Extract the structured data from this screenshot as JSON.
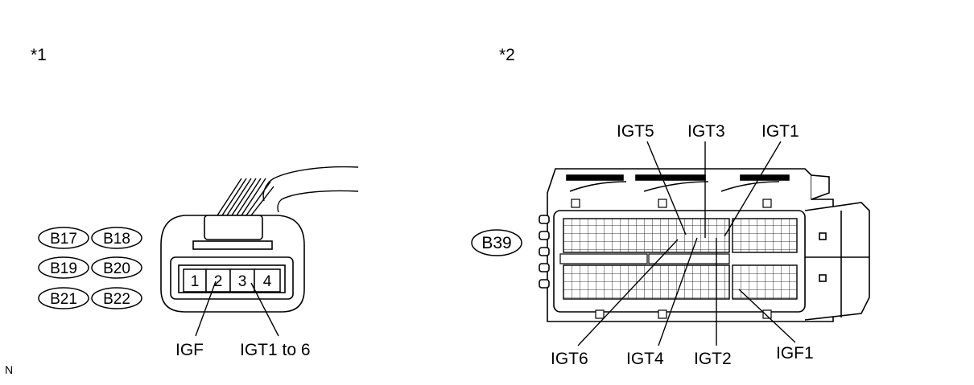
{
  "figure1": {
    "marker": "*1",
    "connector_ids": [
      "B17",
      "B18",
      "B19",
      "B20",
      "B21",
      "B22"
    ],
    "pins": [
      "1",
      "2",
      "3",
      "4"
    ],
    "labels": {
      "igf": "IGF",
      "igt": "IGT1 to 6"
    }
  },
  "figure2": {
    "marker": "*2",
    "connector_id": "B39",
    "labels": {
      "igt5": "IGT5",
      "igt3": "IGT3",
      "igt1": "IGT1",
      "igt6": "IGT6",
      "igt4": "IGT4",
      "igt2": "IGT2",
      "igf1": "IGF1"
    }
  },
  "corner_code": "N"
}
